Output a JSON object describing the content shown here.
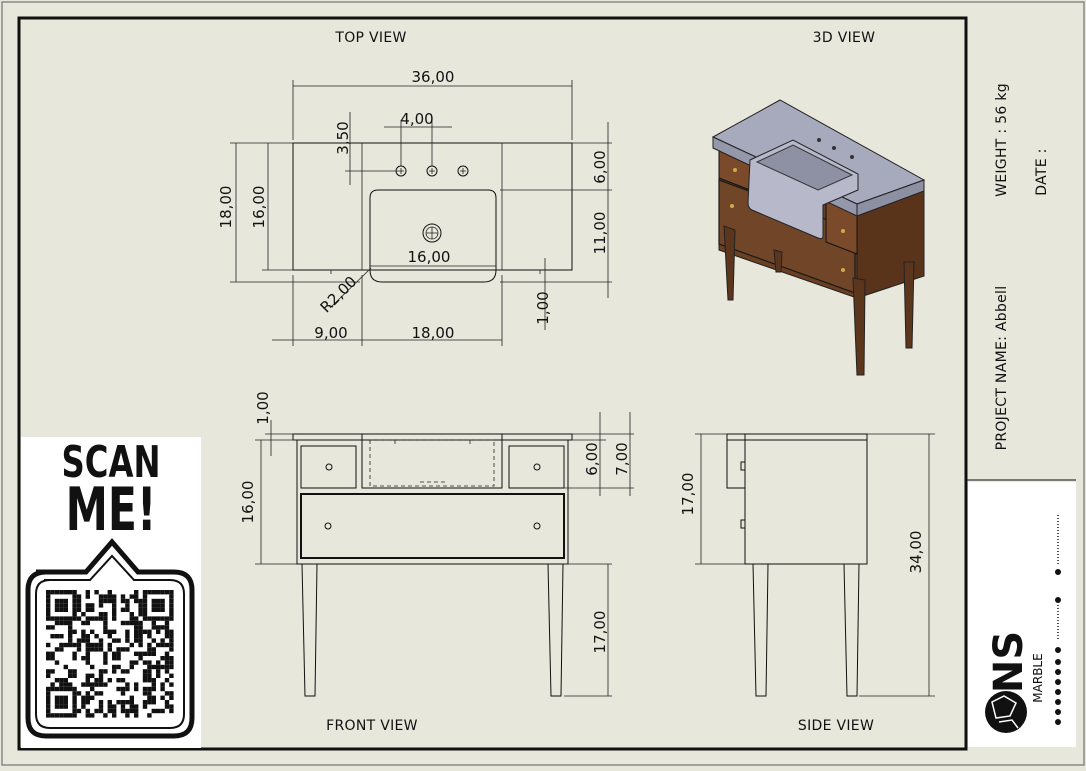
{
  "views": {
    "top": "TOP VIEW",
    "three_d": "3D VIEW",
    "front": "FRONT VIEW",
    "side": "SIDE VIEW"
  },
  "title_block": {
    "weight": "WEIGHT : 56 kg",
    "date": "DATE :",
    "project": "PROJECT NAME: Abbell"
  },
  "scan": {
    "line1": "SCAN",
    "line2": "ME!"
  },
  "logo": {
    "mark": "NS",
    "word": "MARBLE"
  },
  "dimensions": {
    "top_width": "36,00",
    "top_hole_offset": "3,50",
    "top_hole_spacing": "4,00",
    "top_depth_outer": "18,00",
    "top_depth_inner": "16,00",
    "top_sink_width": "16,00",
    "top_radius": "R2,00",
    "top_right_6": "6,00",
    "top_right_11": "11,00",
    "top_right_1": "1,00",
    "top_bottom_9": "9,00",
    "top_bottom_18": "18,00",
    "front_top_1": "1,00",
    "front_body_16": "16,00",
    "front_right_6": "6,00",
    "front_right_7": "7,00",
    "front_leg_17": "17,00",
    "side_upper_17": "17,00",
    "side_total_34": "34,00"
  },
  "colors": {
    "paper": "#e8e7dc",
    "frame": "#111111",
    "wood": "#6b3f22",
    "stone": "#a7a9bd"
  }
}
